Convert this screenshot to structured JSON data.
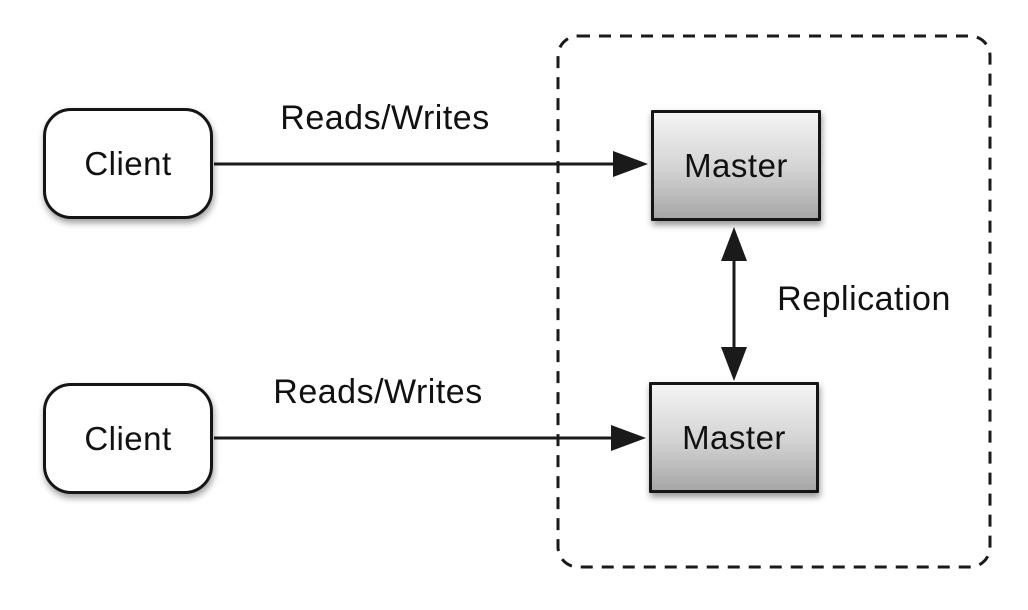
{
  "nodes": {
    "clients": [
      {
        "label": "Client"
      },
      {
        "label": "Client"
      }
    ],
    "masters": [
      {
        "label": "Master"
      },
      {
        "label": "Master"
      }
    ]
  },
  "edges": {
    "client_top_to_master_top": {
      "label": "Reads/Writes"
    },
    "client_bottom_to_master_bottom": {
      "label": "Reads/Writes"
    },
    "master_to_master": {
      "label": "Replication"
    }
  },
  "groups": {
    "replication_zone": {
      "style": "dashed-rounded-rectangle"
    }
  },
  "icons": {
    "arrowhead": "filled-triangle-arrowhead"
  },
  "colors": {
    "background": "#ffffff",
    "stroke": "#1a1a1a",
    "text": "#111111",
    "client_fill": "#ffffff",
    "master_gradient_top": "#f4f4f4",
    "master_gradient_bottom": "#a6a6a6"
  }
}
